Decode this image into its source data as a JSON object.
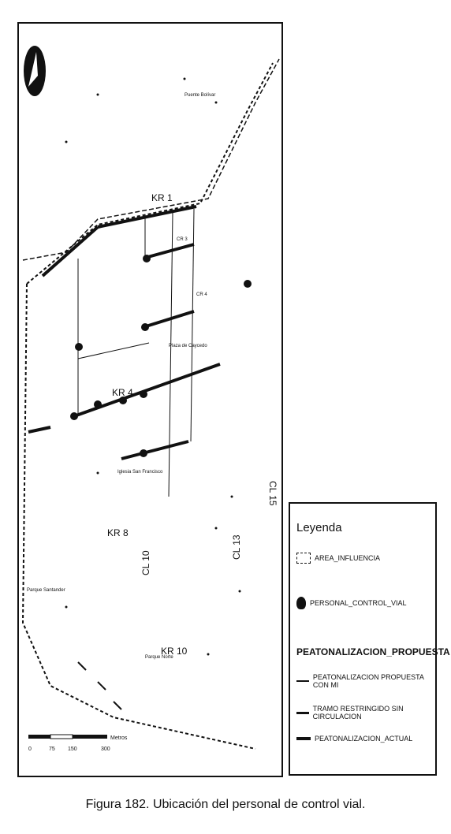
{
  "map": {
    "streets": {
      "kr1": "KR 1",
      "kr4": "KR 4",
      "kr8": "KR 8",
      "kr10": "KR 10",
      "cl13": "CL 13",
      "cl15": "CL 15",
      "cl10": "CL 10",
      "cr3": "CR 3",
      "cr4": "CR 4"
    },
    "places": {
      "plaza": "Plaza de Caycedo",
      "parque_santander": "Parque Santander",
      "puente": "Puente Bolívar",
      "parque_norte": "Parque Norte",
      "iglesia": "Iglesia San Francisco"
    },
    "scale_bar": {
      "unit": "Metros",
      "ticks": [
        "0",
        "75",
        "150",
        "300"
      ]
    }
  },
  "legend": {
    "title": "Leyenda",
    "area": "AREA_INFLUENCIA",
    "personal": "PERSONAL_CONTROL_VIAL",
    "section": "PEATONALIZACION_PROPUESTA",
    "items": [
      "PEATONALIZACION PROPUESTA CON MI",
      "TRAMO RESTRINGIDO SIN CIRCULACION",
      "PEATONALIZACION_ACTUAL"
    ]
  },
  "caption": "Figura 182. Ubicación del personal de control vial."
}
